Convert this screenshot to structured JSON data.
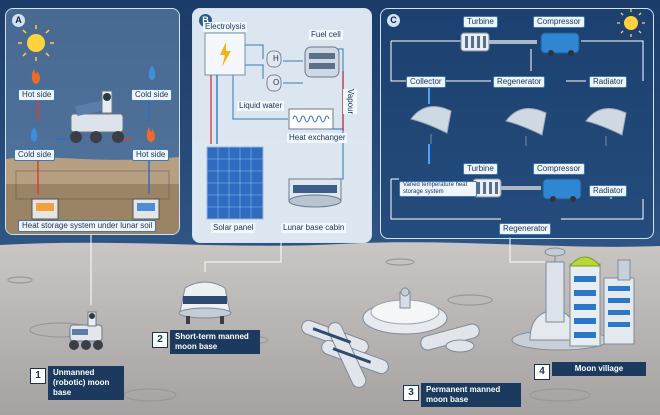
{
  "panels": {
    "a": {
      "letter": "A",
      "hot_side_top": "Hot side",
      "cold_side_top": "Cold side",
      "cold_side_bottom": "Cold side",
      "hot_side_bottom": "Hot side",
      "caption": "Heat storage system under lunar soil"
    },
    "b": {
      "letter": "B",
      "electrolysis": "Electrolysis",
      "fuel_cell": "Fuel cell",
      "h_tank": "H",
      "o_tank": "O",
      "liquid_water": "Liquid water",
      "vapour": "Vapour",
      "heat_exchanger": "Heat exchanger",
      "solar_panel": "Solar panel",
      "cabin": "Lunar base cabin"
    },
    "c": {
      "letter": "C",
      "turbine_top": "Turbine",
      "compressor_top": "Compressor",
      "collector": "Collector",
      "regenerator_top": "Regenerator",
      "radiator_top": "Radiator",
      "turbine_bottom": "Turbine",
      "compressor_bottom": "Compressor",
      "storage": "Varied temperature heat storage system",
      "radiator_bottom": "Radiator",
      "regenerator_bottom": "Regenerator"
    }
  },
  "stages": [
    {
      "number": "1",
      "label": "Unmanned (robotic) moon base"
    },
    {
      "number": "2",
      "label": "Short-term manned moon base"
    },
    {
      "number": "3",
      "label": "Permanent manned moon base"
    },
    {
      "number": "4",
      "label": "Moon village"
    }
  ],
  "colors": {
    "sky_top": "#1b3b68",
    "sky_bottom": "#6f8cad",
    "ground": "#b6b3b2",
    "panel_border": "#cfe3f5",
    "label_dark": "#1b3a5e",
    "hot_arrow": "#e23b2e",
    "cold_arrow": "#2e6fc0"
  }
}
